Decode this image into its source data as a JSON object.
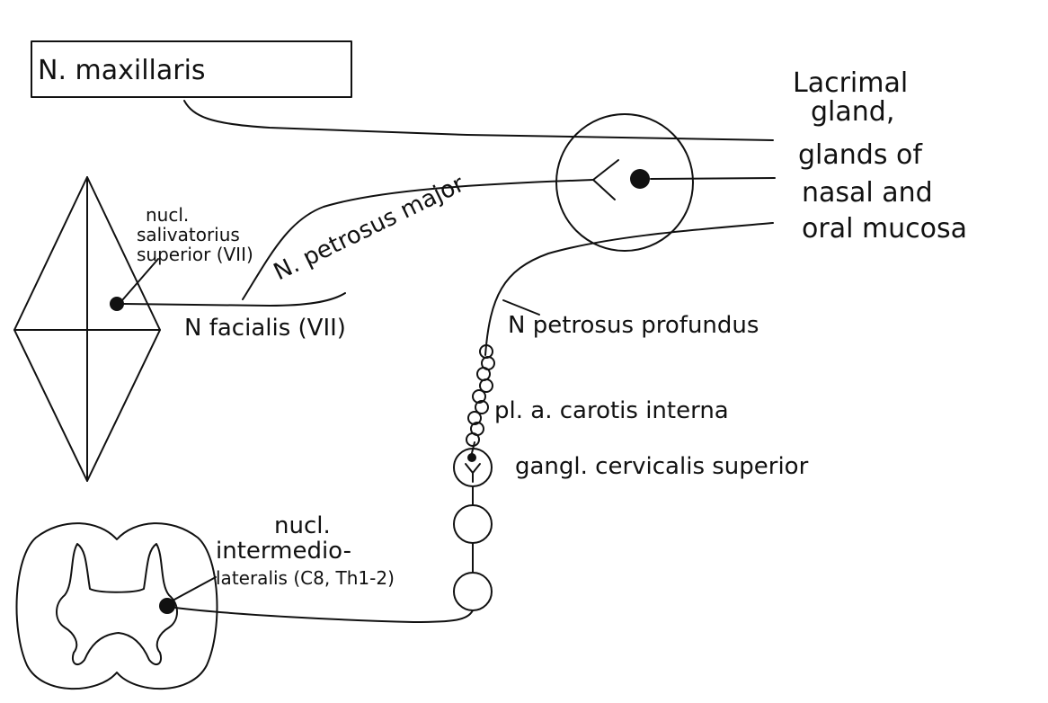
{
  "labels": {
    "n_maxillaris": "N. maxillaris",
    "target_1": "Lacrimal",
    "target_2": "gland,",
    "target_3": "glands of",
    "target_4": "nasal and",
    "target_5": "oral mucosa",
    "nucl_sal_1": "nucl.",
    "nucl_sal_2": "salivatorius",
    "nucl_sal_3": "superior (VII)",
    "n_petrosus_major": "N. petrosus major",
    "n_facialis": "N facialis (VII)",
    "n_petrosus_profundus": "N petrosus profundus",
    "pl_carotis": "pl. a. carotis interna",
    "gangl_cervicalis": "gangl. cervicalis superior",
    "nucl_int_1": "nucl.",
    "nucl_int_2": "intermedio-",
    "nucl_int_3": "lateralis (C8, Th1-2)"
  }
}
